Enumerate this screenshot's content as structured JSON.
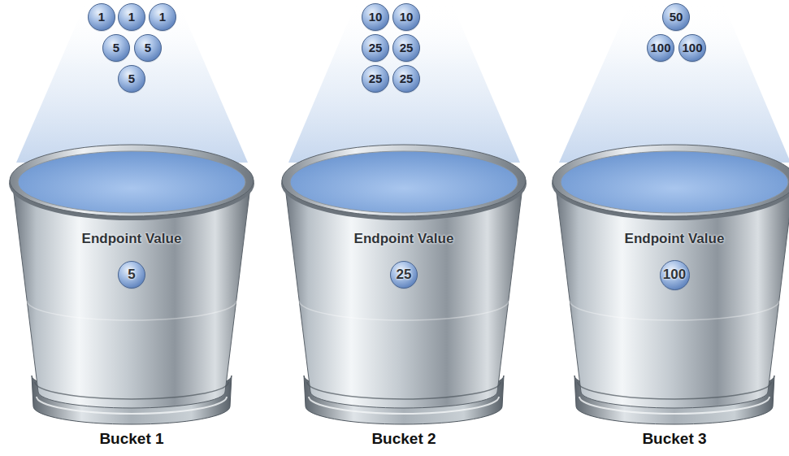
{
  "diagram": {
    "nodes": [
      {
        "text": [
          "1"
        ]
      },
      {
        "text": [
          "1"
        ]
      },
      {
        "text": [
          "1"
        ]
      },
      {
        "text": [
          "5"
        ]
      },
      {
        "text": [
          "5"
        ]
      },
      {
        "text": [
          "5"
        ]
      },
      {
        "text": [
          "Endpoint Value",
          "Bucket 1"
        ]
      },
      {
        "text": [
          "5"
        ],
        "in": 6
      },
      {
        "text": [
          "10"
        ]
      },
      {
        "text": [
          "10"
        ]
      },
      {
        "text": [
          "25"
        ]
      },
      {
        "text": [
          "25"
        ]
      },
      {
        "text": [
          "25"
        ]
      },
      {
        "text": [
          "25"
        ]
      },
      {
        "text": [
          "Endpoint Value",
          "Bucket 2"
        ]
      },
      {
        "text": [
          "25"
        ],
        "in": 14
      },
      {
        "text": [
          "50"
        ]
      },
      {
        "text": [
          "100"
        ]
      },
      {
        "text": [
          "100"
        ]
      },
      {
        "text": [
          "Endpoint Value",
          "Bucket 3"
        ]
      },
      {
        "text": [
          "100"
        ],
        "in": 19
      }
    ]
  }
}
